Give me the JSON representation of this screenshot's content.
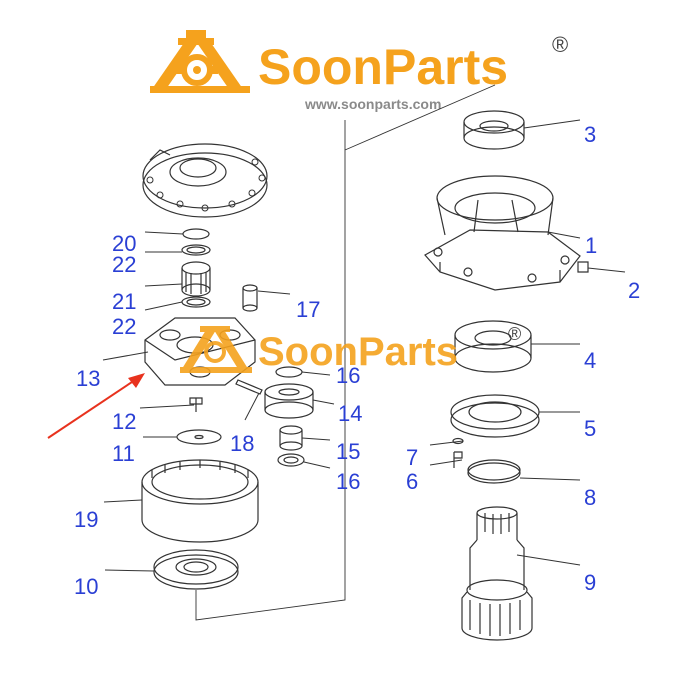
{
  "brand": {
    "name": "SoonParts",
    "registered": "®",
    "url": "www.soonparts.com",
    "color": "#f5a21d",
    "url_color": "#8a8a8a"
  },
  "watermark": {
    "name": "SoonParts",
    "registered": "®"
  },
  "colors": {
    "callout_number": "#2a3fd4",
    "line_art": "#333333",
    "highlight_arrow": "#e8321e"
  },
  "callouts": {
    "p1": "1",
    "p2": "2",
    "p3": "3",
    "p4": "4",
    "p5": "5",
    "p6": "6",
    "p7": "7",
    "p8": "8",
    "p9": "9",
    "p10": "10",
    "p11": "11",
    "p12": "12",
    "p13": "13",
    "p14": "14",
    "p15": "15",
    "p16a": "16",
    "p16b": "16",
    "p17": "17",
    "p18": "18",
    "p19": "19",
    "p20": "20",
    "p21": "21",
    "p22a": "22",
    "p22b": "22"
  }
}
